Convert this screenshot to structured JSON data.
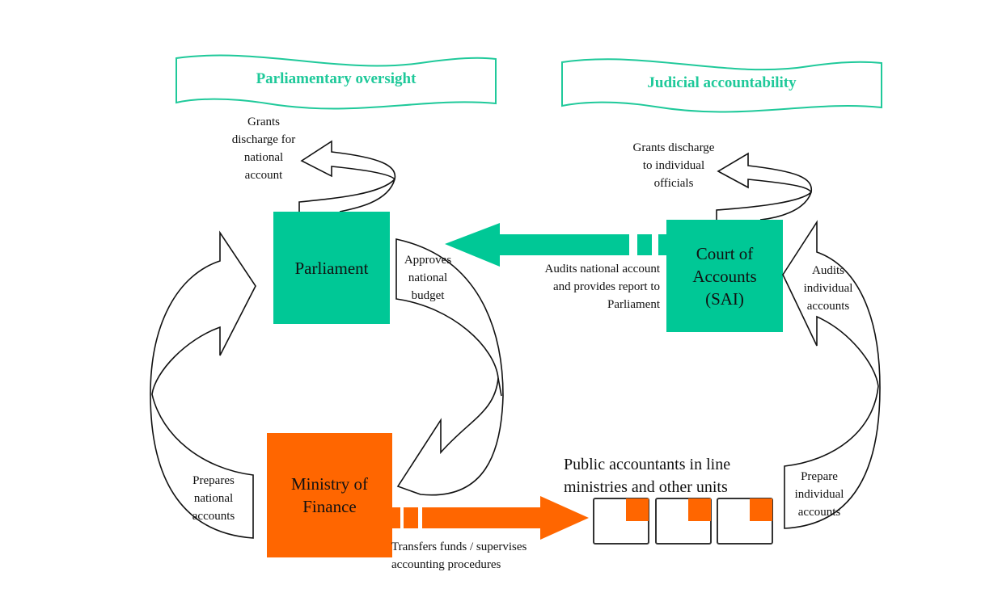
{
  "colors": {
    "teal": "#00c896",
    "orange": "#ff6600",
    "banner_text": "#1fc99a",
    "outline": "#111111"
  },
  "banners": {
    "left": "Parliamentary oversight",
    "right": "Judicial accountability"
  },
  "boxes": {
    "parliament": "Parliament",
    "court": "Court of\nAccounts\n(SAI)",
    "ministry": "Ministry of\nFinance",
    "public_accountants": "Public accountants in line\nministries and other units"
  },
  "arrows": {
    "grants_national": "Grants\ndischarge for\nnational\naccount",
    "grants_individual": "Grants discharge\nto individual\nofficials",
    "approves_budget": "Approves\nnational\nbudget",
    "audits_national": "Audits  national account\nand provides report to\nParliament",
    "audits_individual": "Audits\nindividual\naccounts",
    "prepares_national": "Prepares\nnational\naccounts",
    "prepare_individual": "Prepare\nindividual\naccounts",
    "transfers_funds": "Transfers funds / supervises\naccounting procedures"
  },
  "unit_boxes_count": 3
}
